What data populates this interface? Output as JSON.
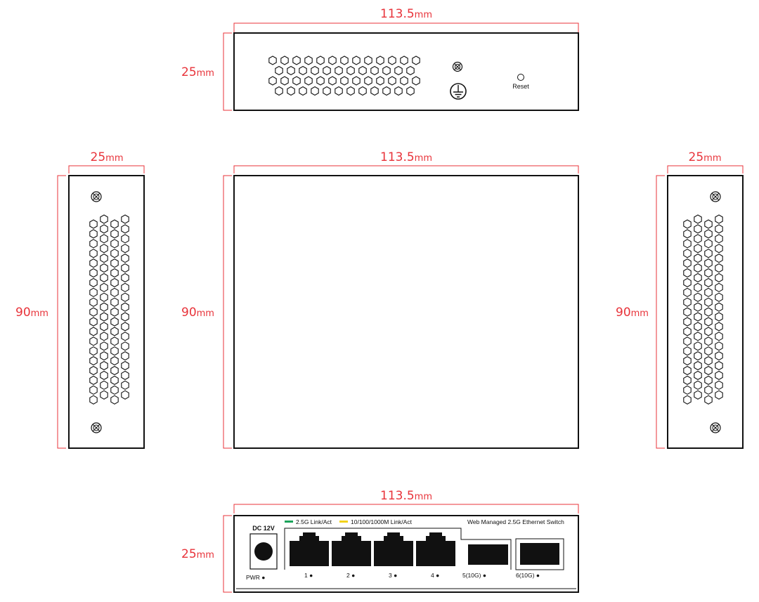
{
  "dimensions": {
    "top_width": "113.5",
    "top_height": "25",
    "side_left_width": "25",
    "side_left_height": "90",
    "main_width": "113.5",
    "main_height": "90",
    "side_right_width": "25",
    "side_right_height": "90",
    "bottom_width": "113.5",
    "bottom_height": "25",
    "unit": "mm"
  },
  "rear_panel": {
    "reset_label": "Reset"
  },
  "front_panel": {
    "dc_label": "DC 12V",
    "pwr_label": "PWR",
    "legend_green": "2.5G Link/Act",
    "legend_yellow": "10/100/1000M Link/Act",
    "product_label": "Web Managed 2.5G Ethernet Switch",
    "ports": [
      "1",
      "2",
      "3",
      "4"
    ],
    "sfp_ports": [
      "5(10G)",
      "6(10G)"
    ],
    "colors": {
      "green": "#1aa35a",
      "yellow": "#f2d21b"
    }
  }
}
